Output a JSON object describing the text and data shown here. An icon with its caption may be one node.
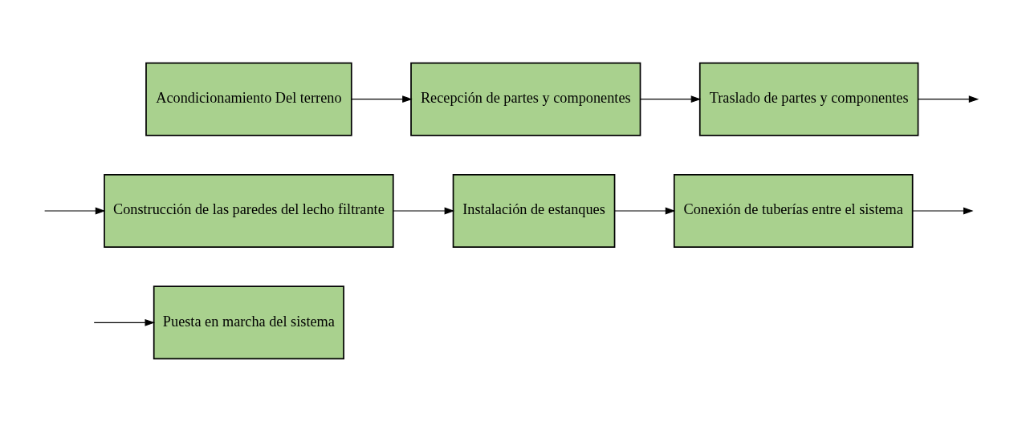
{
  "diagram": {
    "nodes": [
      {
        "text": [
          "Acondicionamiento Del terreno"
        ]
      },
      {
        "text": [
          "Recepción de partes y componentes"
        ]
      },
      {
        "text": [
          "Traslado de partes y componentes"
        ]
      },
      {
        "text": [
          "Construcción de las paredes del lecho filtrante"
        ]
      },
      {
        "text": [
          "Instalación de estanques"
        ]
      },
      {
        "text": [
          "Conexión de tuberías entre el sistema"
        ]
      },
      {
        "text": [
          "Puesta en marcha del sistema"
        ]
      }
    ],
    "edges": [
      {
        "from": 0,
        "to": 1,
        "arrow": "to"
      },
      {
        "from": 1,
        "to": 2,
        "arrow": "to"
      },
      {
        "from": 2,
        "to": null,
        "arrow": "to"
      },
      {
        "from": null,
        "to": 3,
        "arrow": "to"
      },
      {
        "from": 3,
        "to": 4,
        "arrow": "to"
      },
      {
        "from": 4,
        "to": 5,
        "arrow": "to"
      },
      {
        "from": 5,
        "to": null,
        "arrow": "to"
      },
      {
        "from": null,
        "to": 6,
        "arrow": "to"
      }
    ]
  }
}
